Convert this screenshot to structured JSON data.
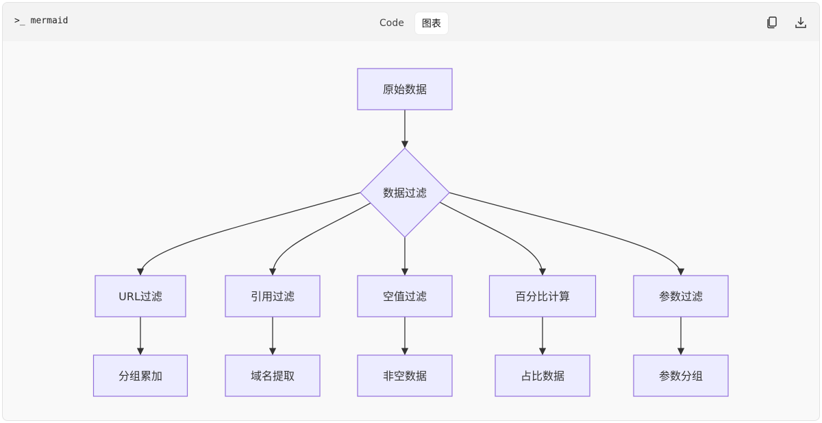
{
  "header": {
    "language_prompt": ">_",
    "language": "mermaid",
    "tabs": [
      {
        "label": "Code",
        "active": false
      },
      {
        "label": "图表",
        "active": true
      }
    ],
    "copy_icon": "copy-icon",
    "download_icon": "download-icon"
  },
  "diagram": {
    "type": "flowchart",
    "colors": {
      "node_fill": "#ececff",
      "node_stroke": "#9370db",
      "edge": "#333333"
    },
    "nodes": {
      "raw": "原始数据",
      "filter": "数据过滤",
      "url_filter": "URL过滤",
      "ref_filter": "引用过滤",
      "null_filter": "空值过滤",
      "percent_calc": "百分比计算",
      "param_filter": "参数过滤",
      "group_sum": "分组累加",
      "domain_extract": "域名提取",
      "nonnull_data": "非空数据",
      "ratio_data": "占比数据",
      "param_group": "参数分组"
    },
    "edges": [
      [
        "raw",
        "filter"
      ],
      [
        "filter",
        "url_filter"
      ],
      [
        "filter",
        "ref_filter"
      ],
      [
        "filter",
        "null_filter"
      ],
      [
        "filter",
        "percent_calc"
      ],
      [
        "filter",
        "param_filter"
      ],
      [
        "url_filter",
        "group_sum"
      ],
      [
        "ref_filter",
        "domain_extract"
      ],
      [
        "null_filter",
        "nonnull_data"
      ],
      [
        "percent_calc",
        "ratio_data"
      ],
      [
        "param_filter",
        "param_group"
      ]
    ]
  }
}
